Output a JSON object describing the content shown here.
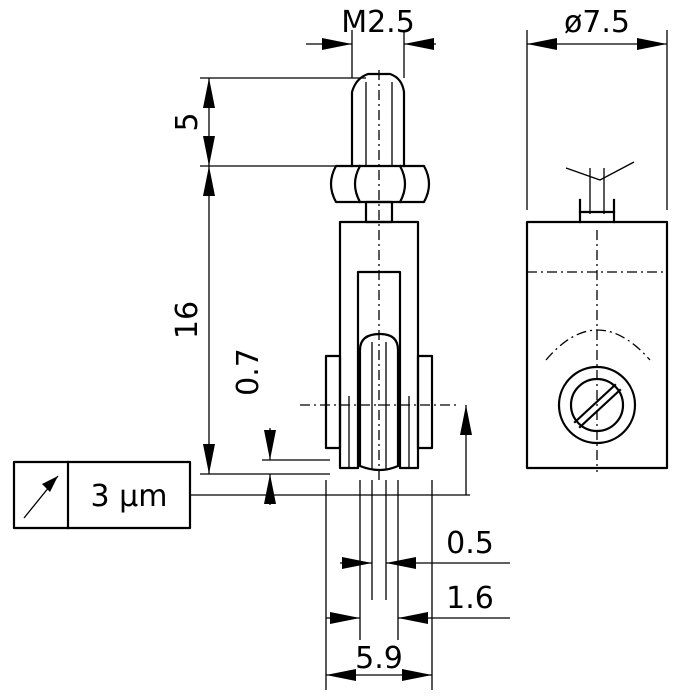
{
  "dimensions": {
    "thread": "M2.5",
    "diameter": "ø7.5",
    "thread_length": "5",
    "body_length": "16",
    "ball_offset": "0.7",
    "tip_width": "0.5",
    "inner_width": "1.6",
    "overall_width": "5.9"
  },
  "tolerance_frame": {
    "symbol": "runout-arrow-icon",
    "value": "3 µm"
  }
}
